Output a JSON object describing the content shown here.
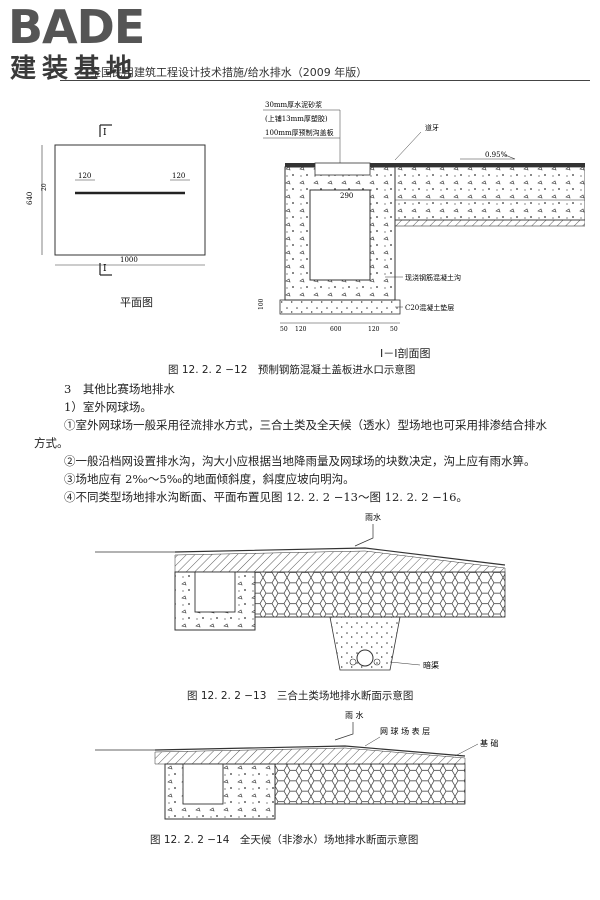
{
  "logo": {
    "main": "BADE",
    "sub": "建装基地"
  },
  "header": {
    "text": "全国民用建筑工程设计技术措施/给水排水（2009 年版）"
  },
  "figure_12": {
    "plan": {
      "title": "平面图",
      "dim_width": "1000",
      "dim_height": "640",
      "dim_left": "120",
      "dim_right": "120",
      "dim_slot": "20",
      "section_mark": "I"
    },
    "section": {
      "title": "Ⅰ－Ⅰ剖面图",
      "callouts": [
        "30mm厚水泥砂浆",
        "(上铺13mm厚塑胶)",
        "100mm厚预制沟盖板"
      ],
      "curb_label": "道牙",
      "slope": "0.95%",
      "dim_290": "290",
      "ditch_label": "现浇钢筋混凝土沟",
      "cushion_label": "C20混凝土垫层",
      "dim_100": "100",
      "bottom_dims": [
        "50",
        "120",
        "600",
        "120",
        "50"
      ]
    },
    "caption": "图 12. 2. 2 −12　预制钢筋混凝土盖板进水口示意图"
  },
  "body": {
    "heading": "3　其他比赛场地排水",
    "sub": "1）室外网球场。",
    "p1_line1": "①室外网球场一般采用径流排水方式，三合土类及全天候（透水）型场地也可采用排渗结合排水",
    "p1_line2": "方式。",
    "p2": "②一般沿档网设置排水沟，沟大小应根据当地降雨量及网球场的块数决定，沟上应有雨水箅。",
    "p3": "③场地应有 2‰～5‰的地面倾斜度，斜度应坡向明沟。",
    "p4": "④不同类型场地排水沟断面、平面布置见图 12. 2. 2 −13～图 12. 2. 2 −16。"
  },
  "figure_13": {
    "rain_label": "雨水",
    "drain_label": "暗渠",
    "caption": "图 12. 2. 2 −13　三合土类场地排水断面示意图"
  },
  "figure_14": {
    "rain_label": "雨 水",
    "surface_label": "网 球 场 表 层",
    "base_label": "基 础",
    "caption": "图 12. 2. 2 −14　全天候（非渗水）场地排水断面示意图"
  }
}
